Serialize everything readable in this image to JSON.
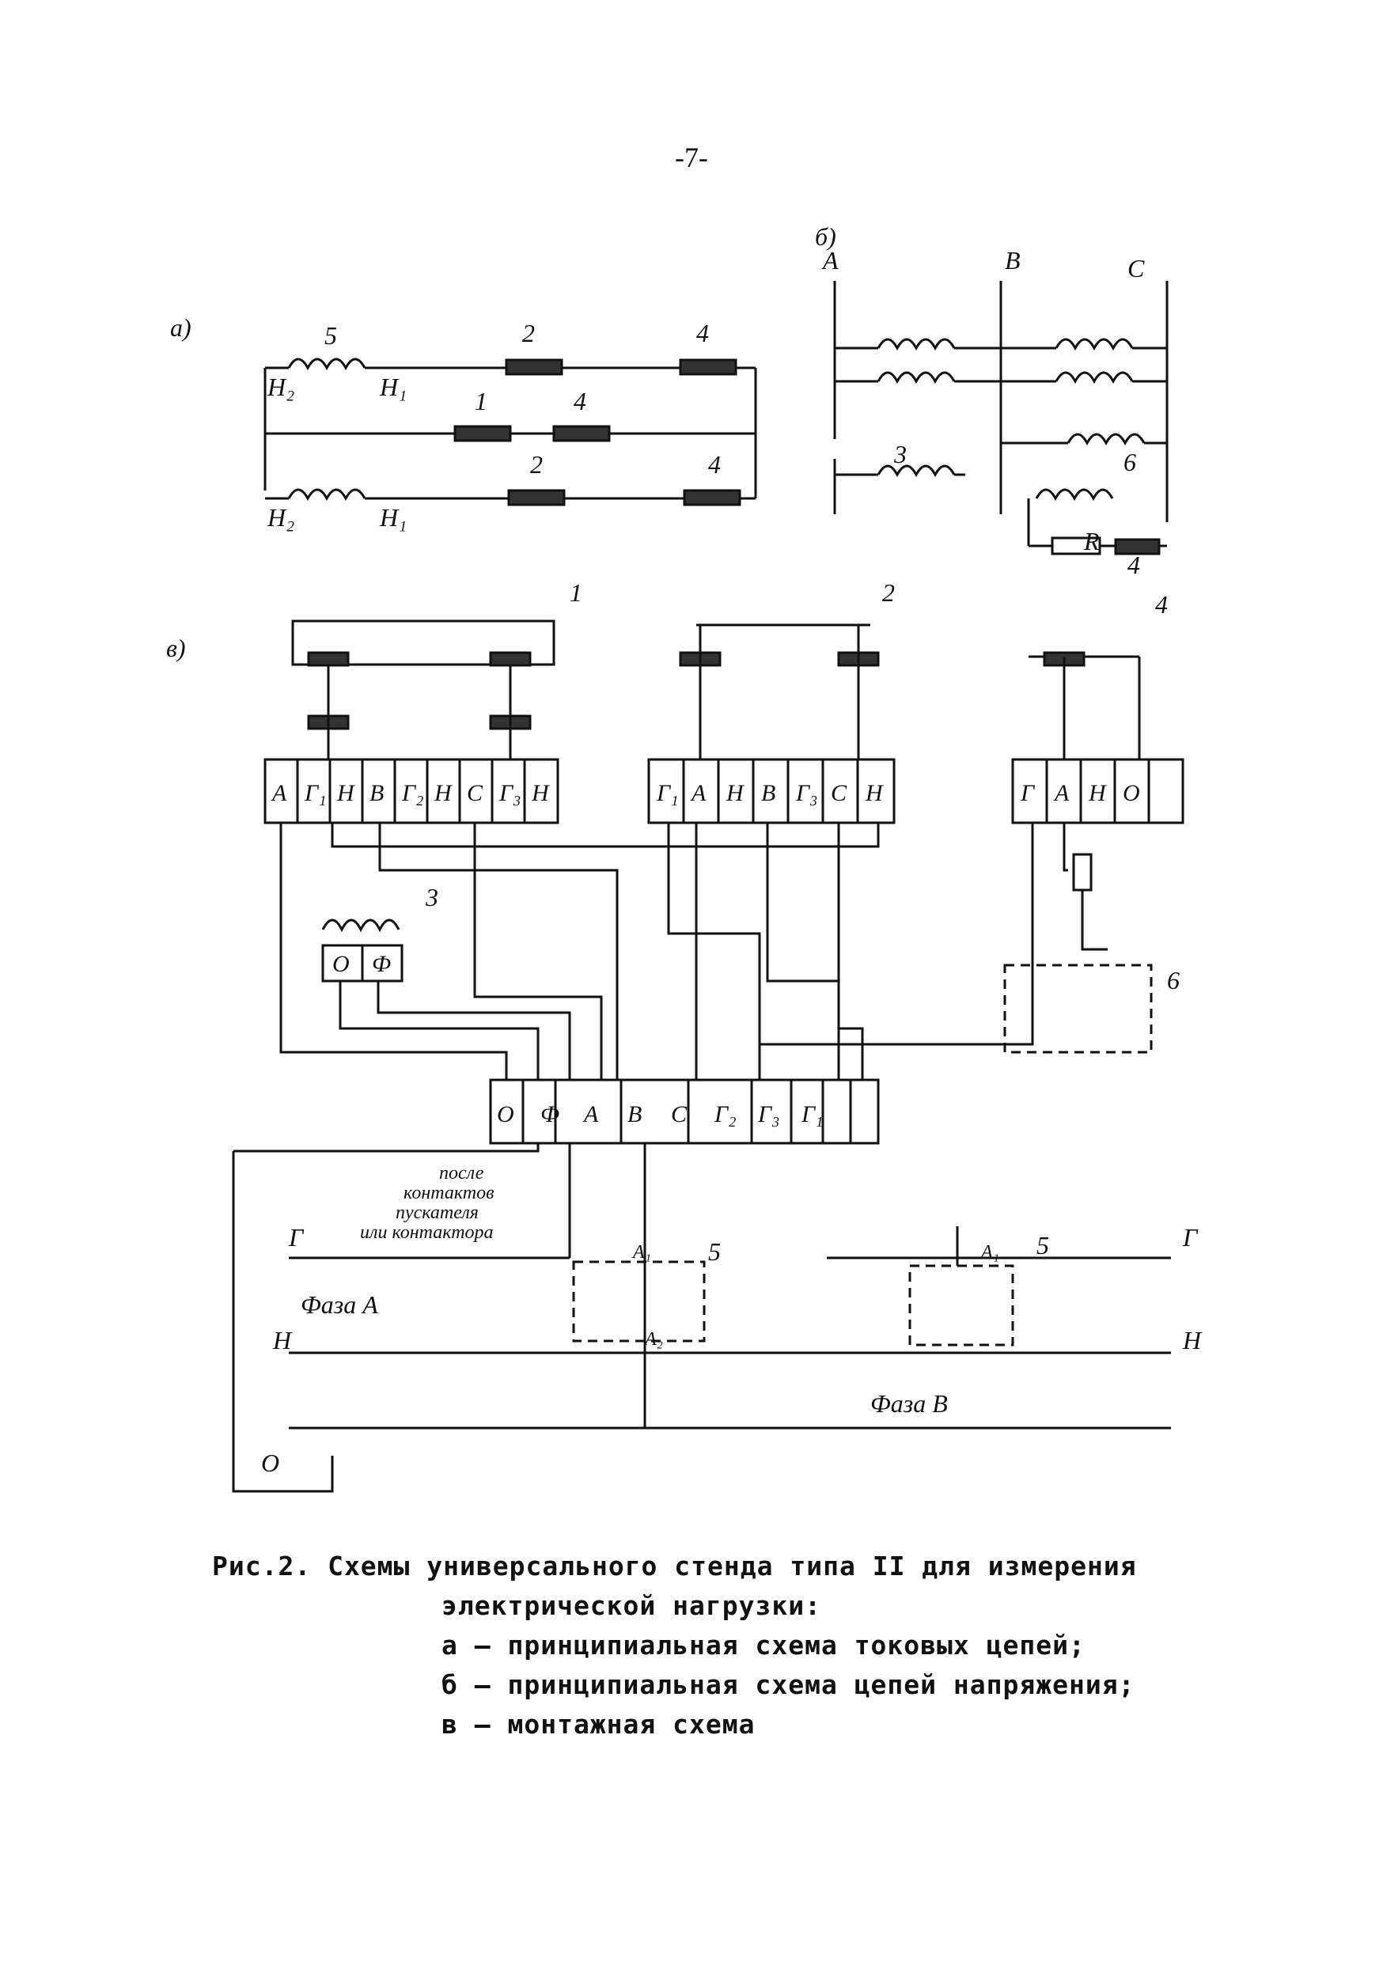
{
  "page": {
    "number": "-7-"
  },
  "diagram_labels": {
    "a": "а)",
    "b": "б)",
    "v": "в)",
    "n1": "Н₁",
    "n2": "Н₂",
    "g": "Г",
    "n": "Н",
    "r": "R",
    "phase_a": "Фаза  А",
    "phase_b": "Фаза   В",
    "gamma": "Г",
    "en": "Н",
    "o": "О",
    "terminals_1": [
      "А",
      "Г₁",
      "Н",
      "В",
      "Г₂",
      "Н",
      "С",
      "Г₃",
      "Н"
    ],
    "terminals_2": [
      "Г₁",
      "А",
      "Н",
      "В",
      "Г₃",
      "С",
      "Н"
    ],
    "terminals_4": [
      "Г",
      "А",
      "Н",
      "О"
    ],
    "terminals_3": [
      "О",
      "Ф"
    ],
    "terminals_main": [
      "О",
      "Ф",
      "А",
      "В",
      "С",
      "Г₂",
      "Г₃",
      "Г₁"
    ],
    "note": [
      "после",
      "контактов",
      "пускателя",
      "или контактора"
    ],
    "nums": {
      "one": "1",
      "two": "2",
      "three": "3",
      "four": "4",
      "five": "5",
      "six": "6"
    },
    "b_phases": {
      "A": "А",
      "B": "В",
      "C": "С"
    },
    "a1": "А₁",
    "a2": "А₂"
  },
  "caption": {
    "line1": "Рис.2. Схемы универсального стенда типа II для измерения",
    "line2": "электрической нагрузки:",
    "line3": "а – принципиальная схема токовых цепей;",
    "line4": "б – принципиальная схема цепей напряжения;",
    "line5": "в – монтажная схема"
  }
}
